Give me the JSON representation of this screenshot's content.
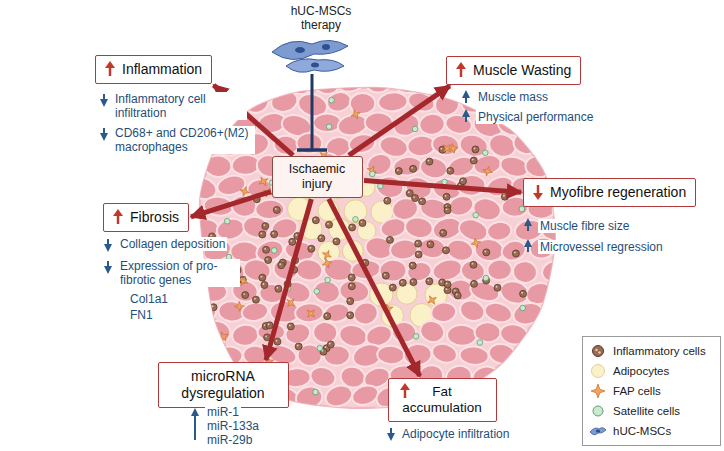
{
  "diagram": {
    "nodes": [
      {
        "text": [
          "Inflammation"
        ]
      },
      {
        "text": [
          "Muscle Wasting"
        ]
      },
      {
        "text": [
          "Ischaemic injury"
        ]
      },
      {
        "text": [
          "Myofibre regeneration"
        ]
      },
      {
        "text": [
          "Fibrosis"
        ]
      },
      {
        "text": [
          "microRNA dysregulation"
        ]
      },
      {
        "text": [
          "Fat accumulation"
        ]
      }
    ],
    "edges": [
      {
        "from": 2,
        "to": 0,
        "arrow": "to"
      },
      {
        "from": 2,
        "to": 1,
        "arrow": "to"
      },
      {
        "from": 2,
        "to": 3,
        "arrow": "to"
      },
      {
        "from": 2,
        "to": 4,
        "arrow": "to"
      },
      {
        "from": 2,
        "to": 5,
        "arrow": "to"
      },
      {
        "from": 2,
        "to": 6,
        "arrow": "to"
      }
    ],
    "labels": [
      "hUC-MSCs therapy",
      "Inflammatory cell infiltration",
      "CD68+ and CD206+(M2) macrophages",
      "Muscle mass",
      "Physical performance",
      "Muscle fibre size",
      "Microvessel regression",
      "Collagen deposition",
      "Expression of pro-fibrotic genes",
      "Col1a1",
      "FN1",
      "miR-1",
      "miR-133a",
      "miR-29b",
      "Adipocyte infiltration"
    ],
    "legend": [
      {
        "text": "Inflammatory cells"
      },
      {
        "text": "Adipocytes"
      },
      {
        "text": "FAP cells"
      },
      {
        "text": "Satellite cells"
      },
      {
        "text": "hUC-MSCs"
      }
    ]
  }
}
